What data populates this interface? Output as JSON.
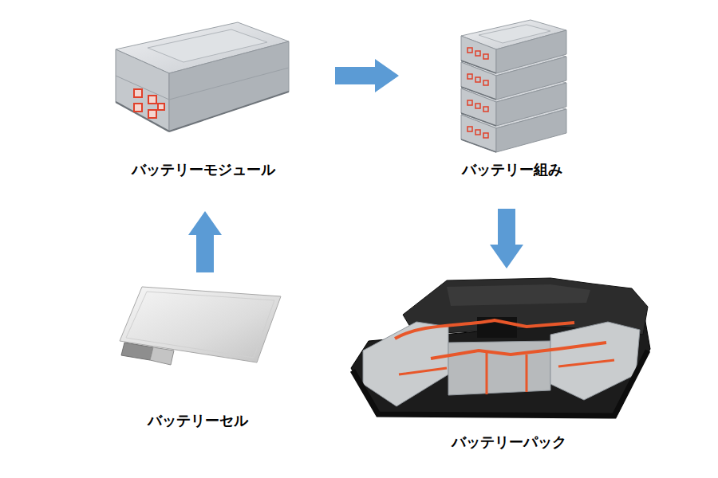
{
  "diagram": {
    "nodes": [
      {
        "text": [
          "バッテリーモジュール"
        ]
      },
      {
        "text": [
          "バッテリー組み"
        ]
      },
      {
        "text": [
          "バッテリーセル"
        ]
      },
      {
        "text": [
          "バッテリーパック"
        ]
      }
    ],
    "edges": [
      {
        "from": 0,
        "to": 1,
        "arrow": "to"
      },
      {
        "from": 1,
        "to": 3,
        "arrow": "to"
      },
      {
        "from": 2,
        "to": 0,
        "arrow": "to"
      }
    ]
  }
}
